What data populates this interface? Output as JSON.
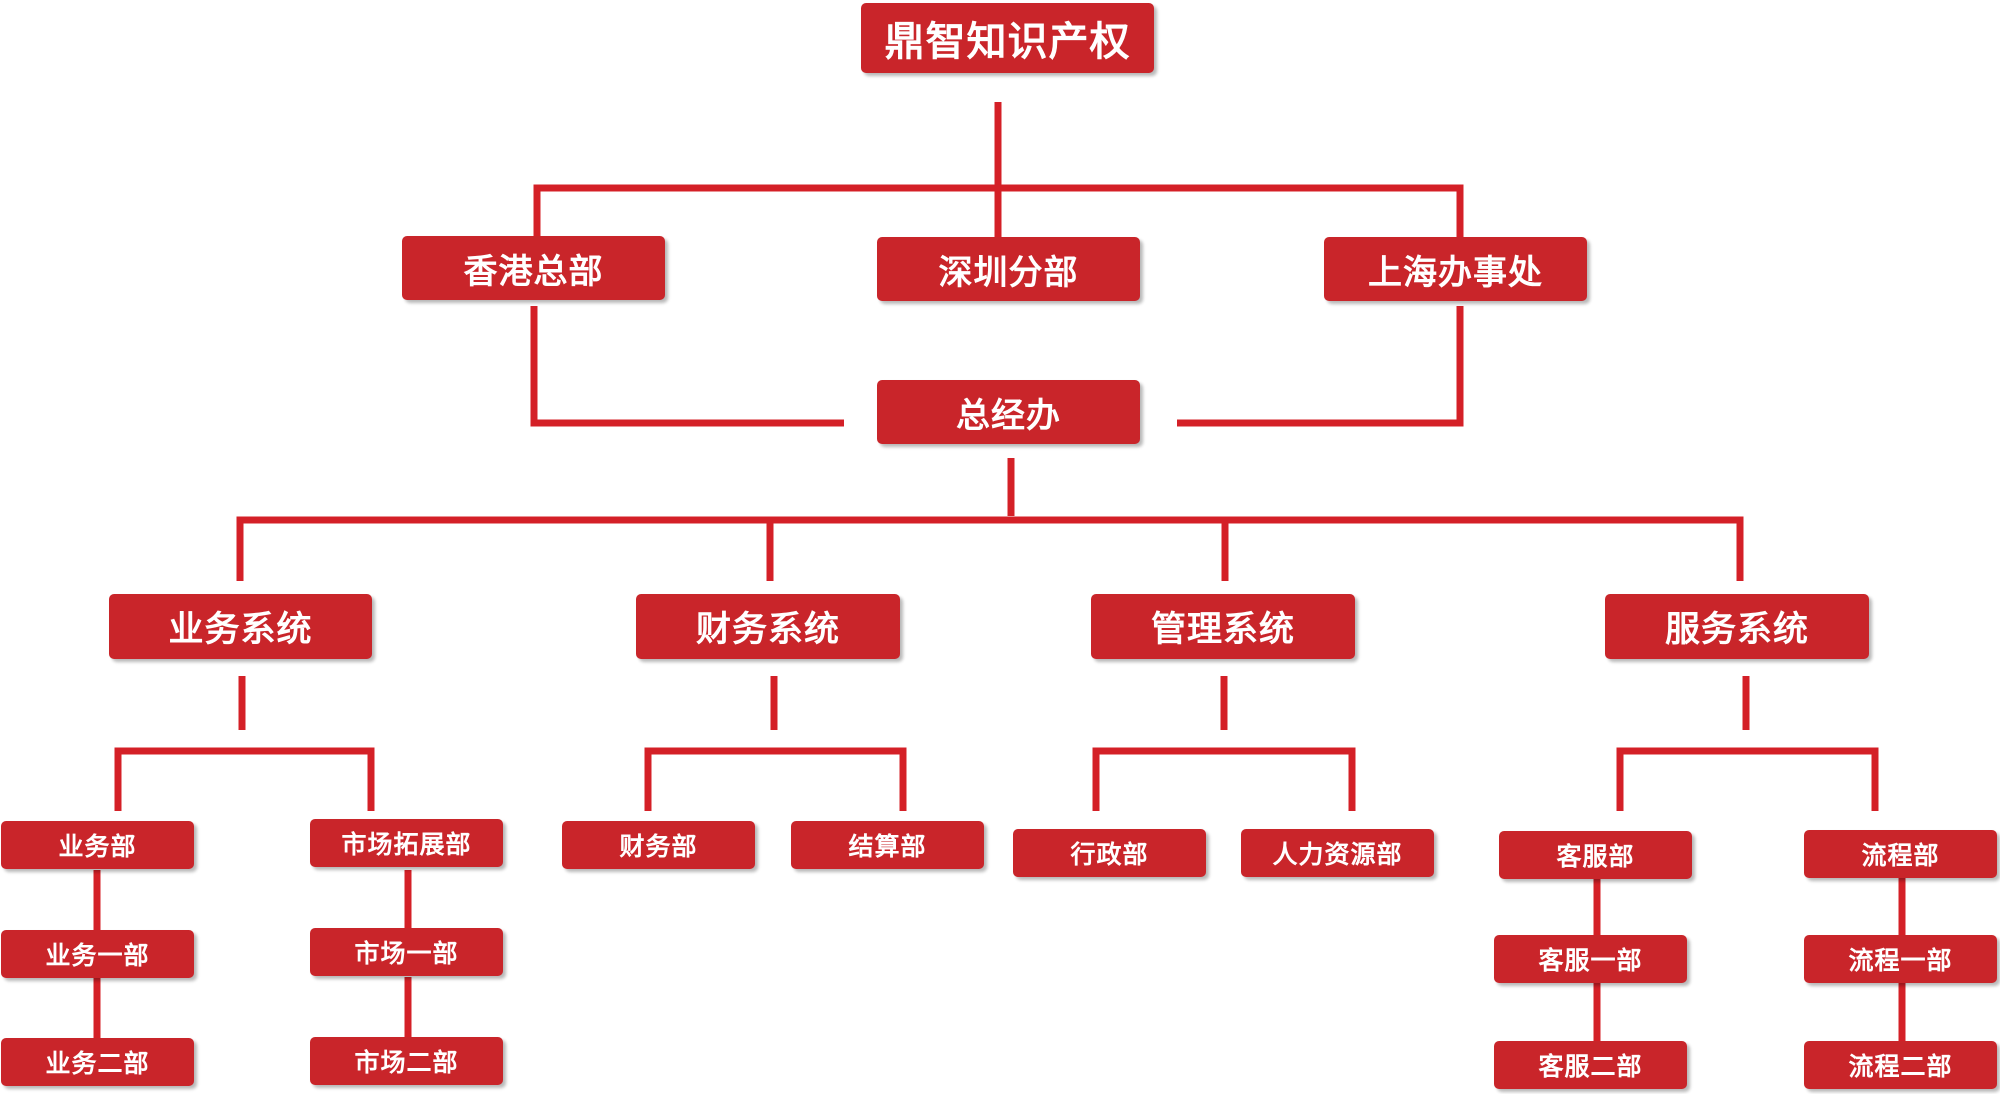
{
  "org": {
    "root": "鼎智知识产权",
    "branches": [
      "香港总部",
      "深圳分部",
      "上海办事处"
    ],
    "office": "总经办",
    "systems": [
      {
        "name": "业务系统",
        "departments": [
          {
            "name": "业务部",
            "sub": [
              "业务一部",
              "业务二部"
            ]
          },
          {
            "name": "市场拓展部",
            "sub": [
              "市场一部",
              "市场二部"
            ]
          }
        ]
      },
      {
        "name": "财务系统",
        "departments": [
          {
            "name": "财务部"
          },
          {
            "name": "结算部"
          }
        ]
      },
      {
        "name": "管理系统",
        "departments": [
          {
            "name": "行政部"
          },
          {
            "name": "人力资源部"
          }
        ]
      },
      {
        "name": "服务系统",
        "departments": [
          {
            "name": "客服部",
            "sub": [
              "客服一部",
              "客服二部"
            ]
          },
          {
            "name": "流程部",
            "sub": [
              "流程一部",
              "流程二部"
            ]
          }
        ]
      }
    ]
  },
  "colors": {
    "box": "#c9252a",
    "line": "#d42027",
    "text": "#ffffff"
  }
}
